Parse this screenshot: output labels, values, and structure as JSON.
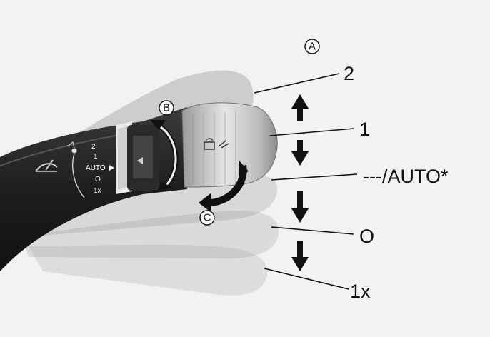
{
  "figure": {
    "markers": {
      "a": "A",
      "b": "B",
      "c": "C"
    },
    "positions": [
      "2",
      "1",
      "---/AUTO*",
      "O",
      "1x"
    ],
    "ring_labels": [
      "2",
      "1",
      "AUTO",
      "O",
      "1x"
    ],
    "icons": [
      "wiper-icon",
      "washer-icon",
      "rain-sensor-icon",
      "arrow-up-icon",
      "arrow-down-icon",
      "rotate-ring-icon",
      "rotate-knob-icon"
    ]
  }
}
